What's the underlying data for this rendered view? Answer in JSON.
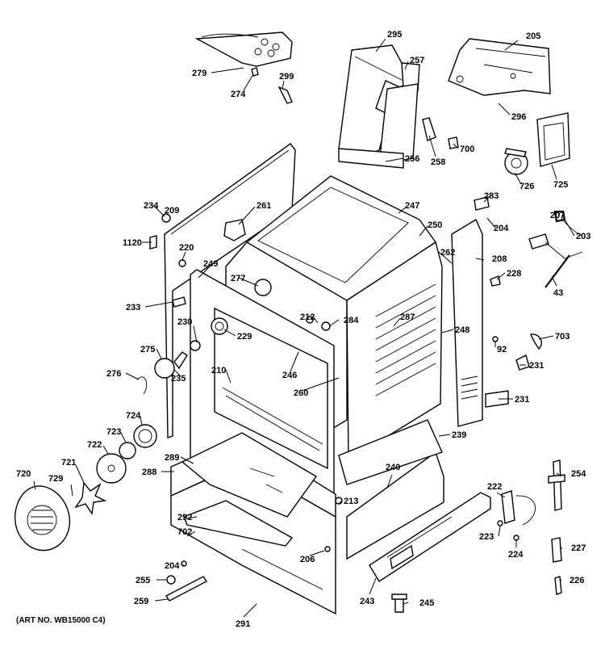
{
  "art_number": "(ART NO. WB15000 C4)",
  "parts": [
    "295",
    "205",
    "257",
    "279",
    "299",
    "274",
    "296",
    "256",
    "258",
    "700",
    "725",
    "726",
    "234",
    "209",
    "261",
    "247",
    "283",
    "204",
    "207",
    "203",
    "1120",
    "220",
    "249",
    "250",
    "262",
    "208",
    "277",
    "228",
    "43",
    "233",
    "212",
    "284",
    "287",
    "230",
    "229",
    "275",
    "248",
    "92",
    "703",
    "276",
    "235",
    "210",
    "246",
    "260",
    "231",
    "231",
    "724",
    "723",
    "722",
    "239",
    "720",
    "721",
    "729",
    "289",
    "288",
    "240",
    "254",
    "222",
    "292",
    "702",
    "213",
    "223",
    "224",
    "227",
    "204",
    "206",
    "255",
    "226",
    "259",
    "243",
    "245",
    "291"
  ]
}
